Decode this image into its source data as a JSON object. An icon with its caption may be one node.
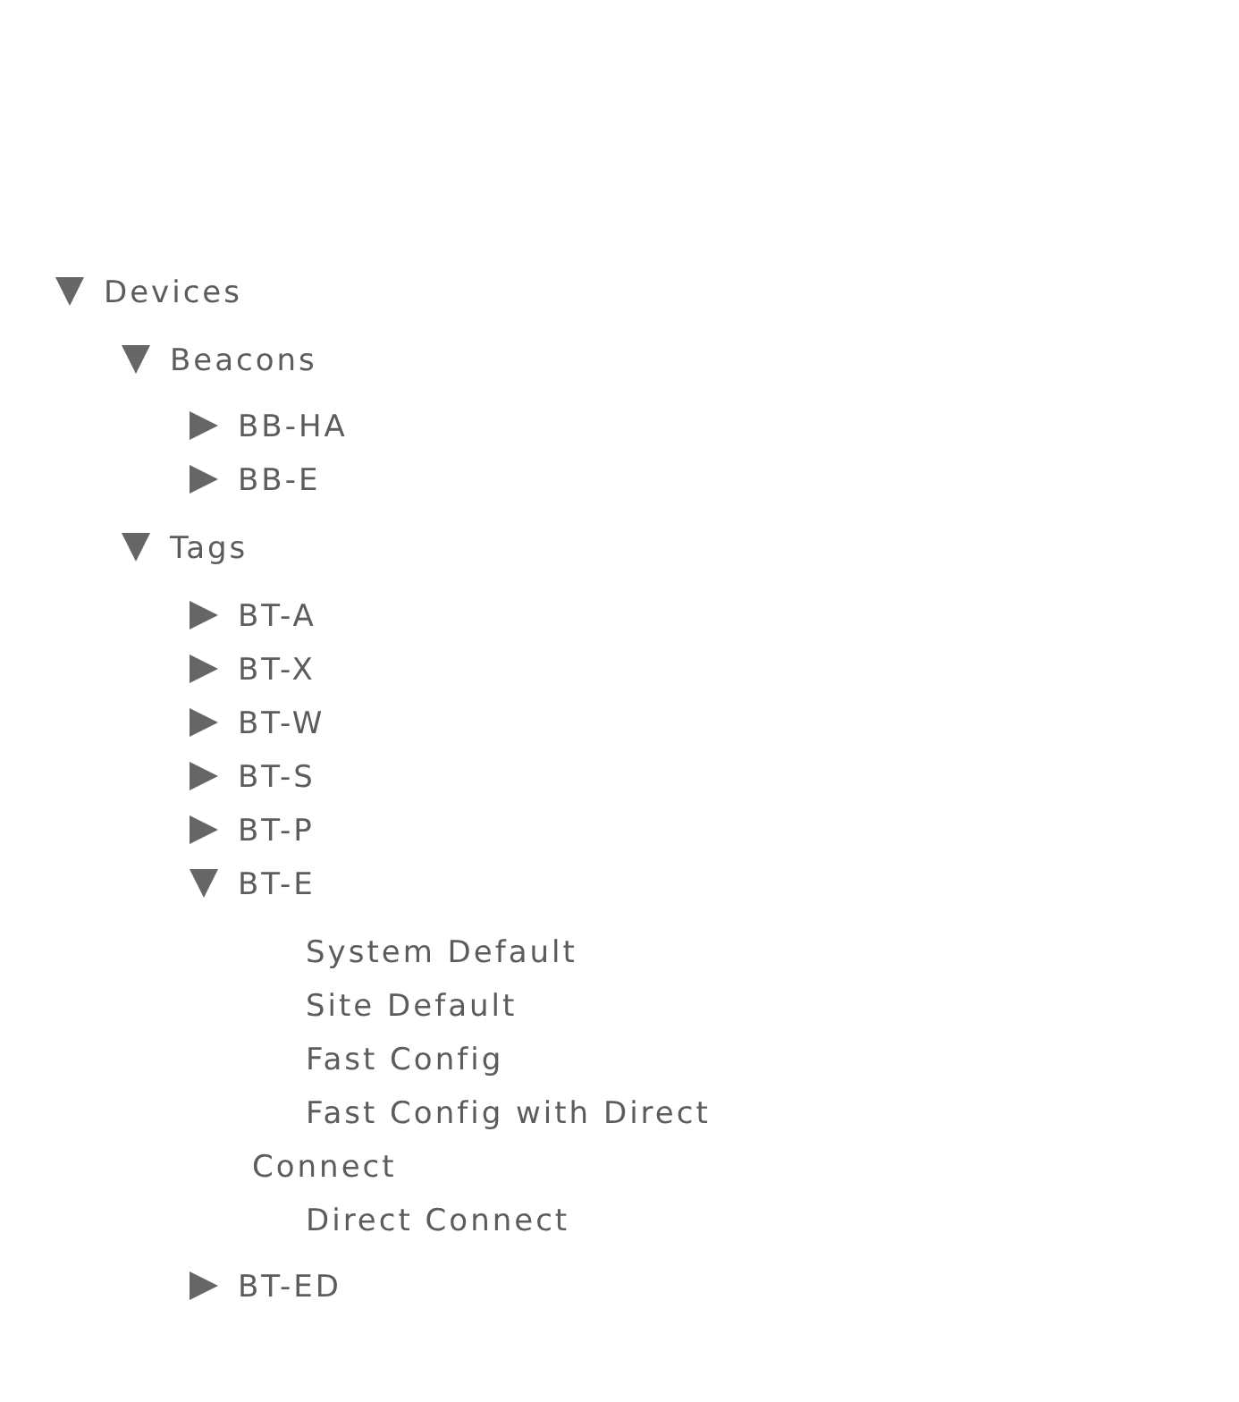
{
  "diagram": {
    "labels": [
      "Devices",
      "Beacons",
      "BB-HA",
      "BB-E",
      "Tags",
      "BT-A",
      "BT-X",
      "BT-W",
      "BT-S",
      "BT-P",
      "BT-E",
      "System Default",
      "Site Default",
      "Fast Config",
      "Fast Config with Direct Connect",
      "Direct Connect",
      "BT-ED"
    ]
  }
}
